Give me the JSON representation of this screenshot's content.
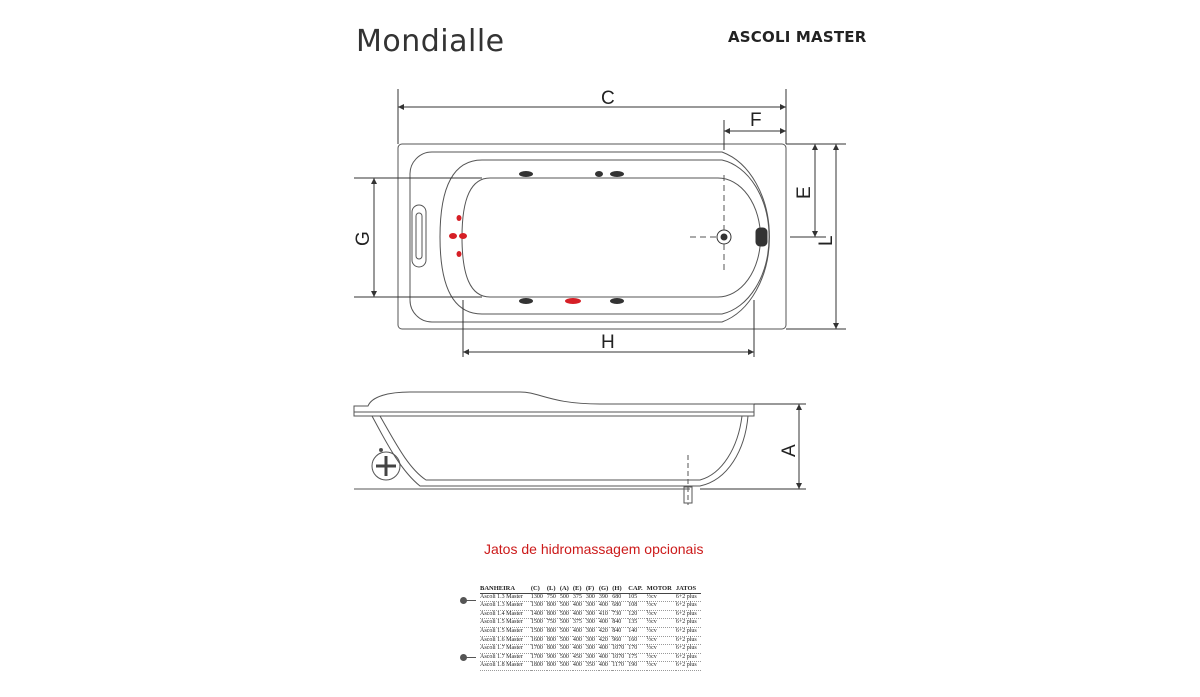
{
  "header": {
    "brand": "Mondialle",
    "model": "ASCOLI MASTER"
  },
  "dimensions": {
    "c": "C",
    "f": "F",
    "e": "E",
    "l": "L",
    "g": "G",
    "h": "H",
    "a": "A"
  },
  "caption": "Jatos de hidromassagem opcionais",
  "colors": {
    "line": "#555555",
    "jet_red": "#d61f26",
    "jet_dark": "#333333",
    "caption_red": "#cc1a1a"
  },
  "table": {
    "headers": [
      "BANHEIRA",
      "(C)",
      "(L)",
      "(A)",
      "(E)",
      "(F)",
      "(G)",
      "(H)",
      "CAP.",
      "MOTOR",
      "JATOS"
    ],
    "rows": [
      [
        "Ascoli 1.3 Master",
        "1300",
        "750",
        "500",
        "375",
        "300",
        "390",
        "680",
        "105",
        "½cv",
        "6+2 plus"
      ],
      [
        "Ascoli 1.3 Master",
        "1300",
        "800",
        "500",
        "400",
        "300",
        "400",
        "680",
        "108",
        "½cv",
        "6+2 plus"
      ],
      [
        "Ascoli 1.4 Master",
        "1400",
        "800",
        "500",
        "400",
        "300",
        "410",
        "730",
        "120",
        "½cv",
        "6+2 plus"
      ],
      [
        "Ascoli 1.5 Master",
        "1500",
        "750",
        "500",
        "375",
        "300",
        "400",
        "840",
        "135",
        "½cv",
        "6+2 plus"
      ],
      [
        "Ascoli 1.5 Master",
        "1500",
        "800",
        "500",
        "400",
        "300",
        "420",
        "840",
        "140",
        "½cv",
        "6+2 plus"
      ],
      [
        "Ascoli 1.6 Master",
        "1600",
        "800",
        "500",
        "400",
        "300",
        "420",
        "960",
        "160",
        "½cv",
        "6+2 plus"
      ],
      [
        "Ascoli 1.7 Master",
        "1700",
        "800",
        "500",
        "400",
        "300",
        "400",
        "1070",
        "170",
        "½cv",
        "6+2 plus"
      ],
      [
        "Ascoli 1.7 Master",
        "1700",
        "900",
        "500",
        "450",
        "300",
        "400",
        "1070",
        "175",
        "½cv",
        "6+2 plus"
      ],
      [
        "Ascoli 1.8 Master",
        "1800",
        "800",
        "500",
        "400",
        "350",
        "400",
        "1170",
        "190",
        "½cv",
        "6+2 plus"
      ]
    ]
  }
}
